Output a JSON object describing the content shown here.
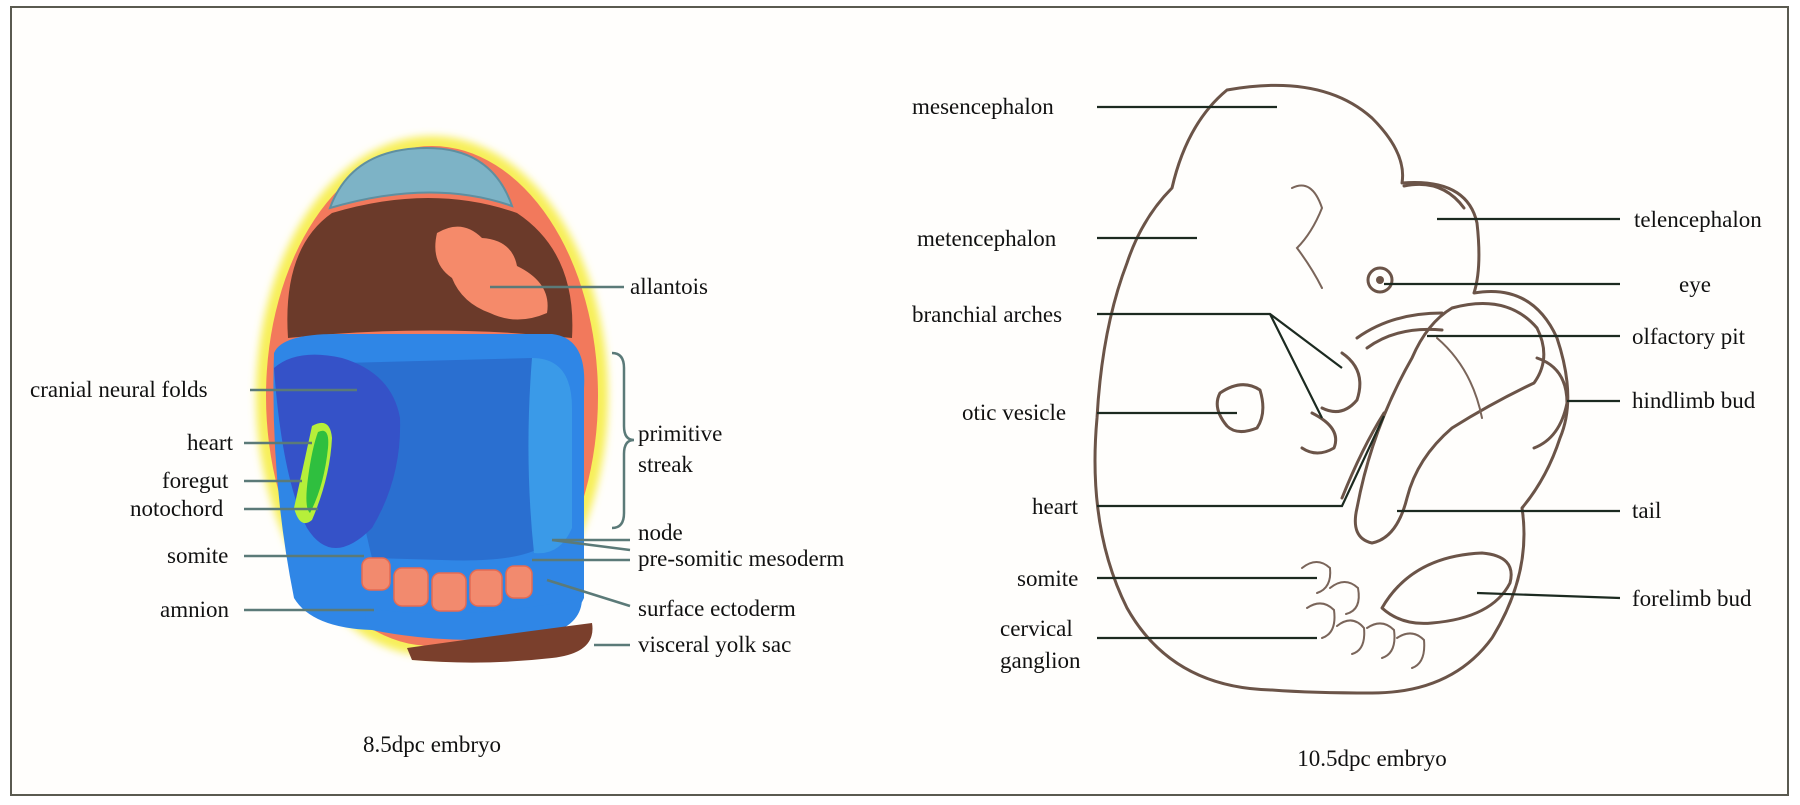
{
  "left_figure": {
    "caption": "8.5dpc embryo",
    "labels": {
      "allantois": "allantois",
      "cranial_neural_folds": "cranial neural folds",
      "heart": "heart",
      "foregut": "foregut",
      "notochord": "notochord",
      "somite": "somite",
      "amnion": "amnion",
      "primitive": "primitive",
      "streak": "streak",
      "node": "node",
      "pre_somitic_mesoderm": "pre-somitic mesoderm",
      "surface_ectoderm": "surface ectoderm",
      "visceral_yolk_sac": "visceral yolk sac"
    },
    "colors": {
      "outer_glow": "#f7ef5a",
      "outer_layer": "#f2795c",
      "ectoplacental": "#6b3a2a",
      "allantois": "#f58a6a",
      "amnion_cavity": "#2f86e6",
      "inner_blue": "#2a78d8",
      "neural_folds": "#3552c8",
      "heart_green": "#2fbf3f",
      "foregut_green": "#b6ef3a",
      "cap_blue": "#7db3c6",
      "yolk_brown": "#7a3f2c"
    }
  },
  "right_figure": {
    "caption": "10.5dpc embryo",
    "labels": {
      "mesencephalon": "mesencephalon",
      "metencephalon": "metencephalon",
      "branchial_arches": "branchial arches",
      "otic_vesicle": "otic vesicle",
      "heart": "heart",
      "somite": "somite",
      "cervical": "cervical",
      "ganglion": "ganglion",
      "telencephalon": "telencephalon",
      "eye": "eye",
      "olfactory_pit": "olfactory pit",
      "hindlimb_bud": "hindlimb bud",
      "tail": "tail",
      "forelimb_bud": "forelimb bud"
    },
    "colors": {
      "outline": "#6b5448",
      "fill": "#f9f7ef"
    }
  }
}
